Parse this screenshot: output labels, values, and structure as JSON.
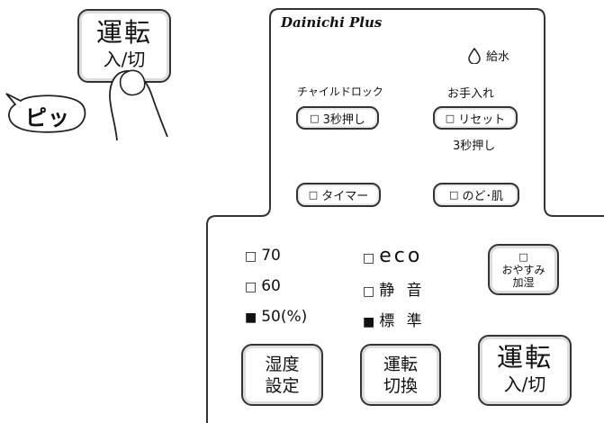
{
  "brand": "Dainichi Plus",
  "water": {
    "label": "給水"
  },
  "child_lock": {
    "title": "チャイルドロック",
    "button": "3秒押し"
  },
  "maintenance": {
    "title": "お手入れ",
    "button": "リセット",
    "note": "3秒押し"
  },
  "timer": {
    "button": "タイマー"
  },
  "throat_skin": {
    "button": "のど･肌"
  },
  "humidity_levels": [
    {
      "label": "70",
      "active": false
    },
    {
      "label": "60",
      "active": false
    },
    {
      "label": "50(%)",
      "active": true
    }
  ],
  "modes": [
    {
      "label": "eco",
      "active": false
    },
    {
      "label": "静 音",
      "active": false
    },
    {
      "label": "標 準",
      "active": true
    }
  ],
  "sleep_button": {
    "line1": "おやすみ",
    "line2": "加湿"
  },
  "humidity_button": {
    "line1": "湿度",
    "line2": "設定"
  },
  "mode_button": {
    "line1": "運転",
    "line2": "切換"
  },
  "power_button": {
    "line1": "運転",
    "line2": "入/切"
  },
  "hint": {
    "button_line1": "運転",
    "button_line2": "入/切",
    "beep": "ピッ"
  },
  "colors": {
    "outline": "#333333",
    "active_square": "#111111"
  }
}
